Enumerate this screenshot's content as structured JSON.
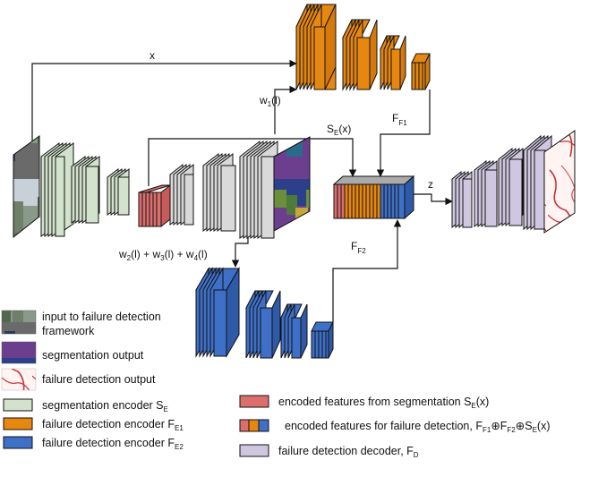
{
  "colors": {
    "seg_encoder": "#d3e2cc",
    "seg_enc_gray": "#d9d9d9",
    "failure_enc_1": "#e6870f",
    "failure_enc_2": "#3f70c8",
    "encoded_seg": "#dc6e6e",
    "decoder": "#cfc6e0",
    "line": "#111111"
  },
  "labels": {
    "x": "x",
    "w1": "w",
    "w1_sub": "1",
    "w1_suffix": "(l)",
    "se": "S",
    "se_sub": "E",
    "se_suffix": "(x)",
    "ff1": "F",
    "ff1_sub": "F1",
    "ff2": "F",
    "ff2_sub": "F2",
    "z": "z",
    "w234": "w",
    "w2_sub": "2",
    "w2_suffix": "(l) + w",
    "w3_sub": "3",
    "w3_suffix": "(l) + w",
    "w4_sub": "4",
    "w4_suffix": "(l)"
  },
  "legend": {
    "input_line1": "input to failure detection",
    "input_line2": "framework",
    "segmentation_output": "segmentation output",
    "failure_output": "failure detection output",
    "seg_encoder": "segmentation encoder S",
    "seg_encoder_sub": "E",
    "fe1": "failure detection encoder F",
    "fe1_sub": "E1",
    "fe2": "failure detection encoder F",
    "fe2_sub": "E2",
    "encoded_seg": "encoded features from segmentation S",
    "encoded_seg_sub": "E",
    "encoded_seg_suffix": "(x)",
    "encoded_fd": "encoded features for failure detection, F",
    "encoded_fd_sub1": "F1",
    "encoded_fd_op1": "⊕F",
    "encoded_fd_sub2": "F2",
    "encoded_fd_op2": "⊕S",
    "encoded_fd_sub3": "E",
    "encoded_fd_suffix": "(x)",
    "decoder": "failure detection decoder, F",
    "decoder_sub": "D"
  }
}
